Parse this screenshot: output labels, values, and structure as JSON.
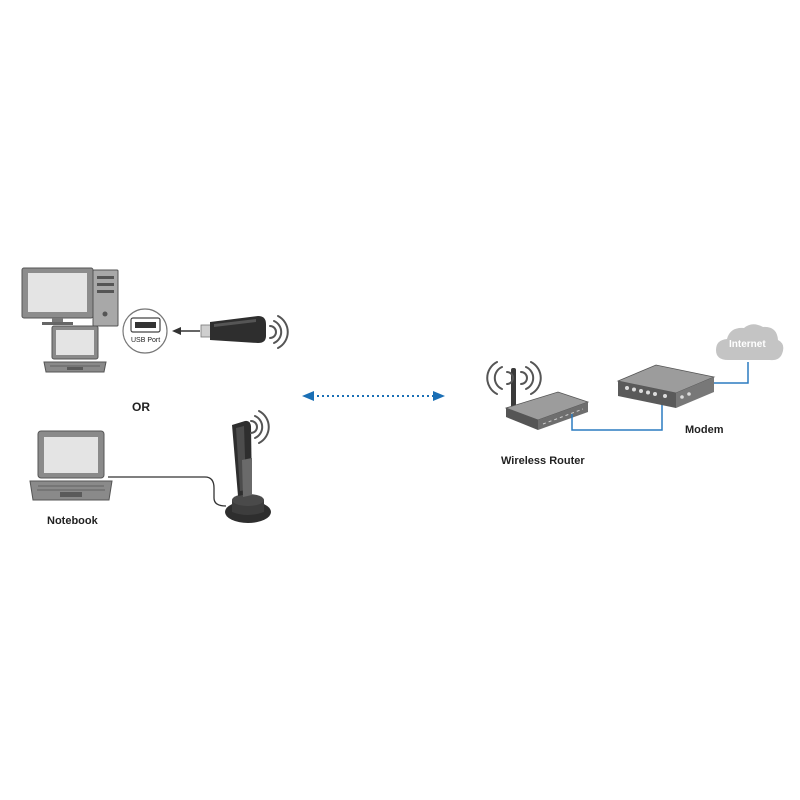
{
  "labels": {
    "usb_port": "USB Port",
    "or": "OR",
    "notebook": "Notebook",
    "wireless_router": "Wireless Router",
    "modem": "Modem",
    "internet": "Internet"
  },
  "colors": {
    "link_arrow": "#1a6fb5",
    "cable_blue": "#2b7bc0",
    "cloud_fill": "#c4c4c4",
    "device_dark": "#3a3a3a",
    "device_gray": "#9a9a9a",
    "screen_gray": "#e2e2e2"
  },
  "icons": [
    "desktop-computer-icon",
    "laptop-icon",
    "usb-port-icon",
    "usb-adapter-icon",
    "usb-cradle-adapter-icon",
    "wireless-router-icon",
    "modem-icon",
    "internet-cloud-icon",
    "wifi-signal-icon"
  ]
}
